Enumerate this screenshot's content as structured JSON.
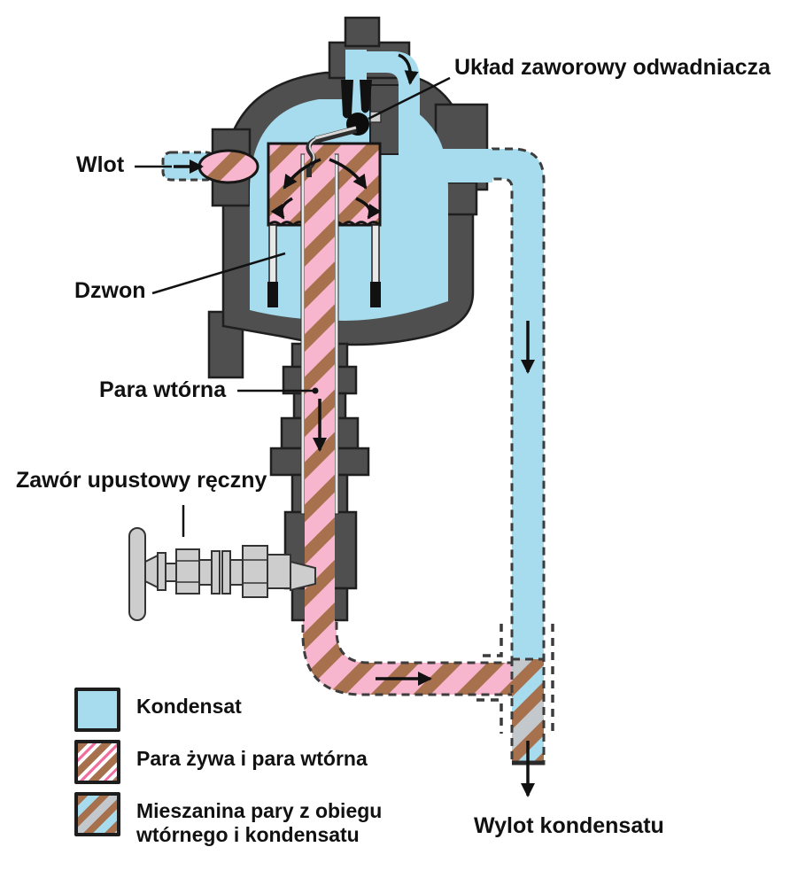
{
  "diagram": {
    "subject": "bell-type steam trap cross-section (odwadniacz dzwonowy)",
    "labels": {
      "uklad_zaworowy": "Układ zaworowy odwadniacza",
      "wlot": "Wlot",
      "dzwon": "Dzwon",
      "para_wtorna": "Para wtórna",
      "zawor_upustowy": "Zawór upustowy ręczny",
      "wylot": "Wylot kondensatu"
    },
    "legend": {
      "items": [
        {
          "label": "Kondensat",
          "swatch": "condensate-solid",
          "colors": [
            "#a6dcee"
          ]
        },
        {
          "label": "Para żywa i para wtórna",
          "swatch": "steam-stripes",
          "colors": [
            "#a8714e",
            "#ffffff",
            "#f26d9e"
          ]
        },
        {
          "label": "Mieszanina pary z obiegu\nwtórnego i kondensatu",
          "swatch": "mixture-stripes",
          "colors": [
            "#a8714e",
            "#a6dcee",
            "#c3c8cc"
          ]
        }
      ]
    },
    "colors": {
      "condensate_blue": "#a6dcee",
      "steam_pink": "#f7b6cd",
      "steam_brown": "#a8714e",
      "mixture_gray": "#c3c8cc",
      "body_gray": "#4f4f4f",
      "metal_gray": "#cdcdcd",
      "outline_black": "#1d1d1d",
      "background": "#ffffff"
    }
  }
}
